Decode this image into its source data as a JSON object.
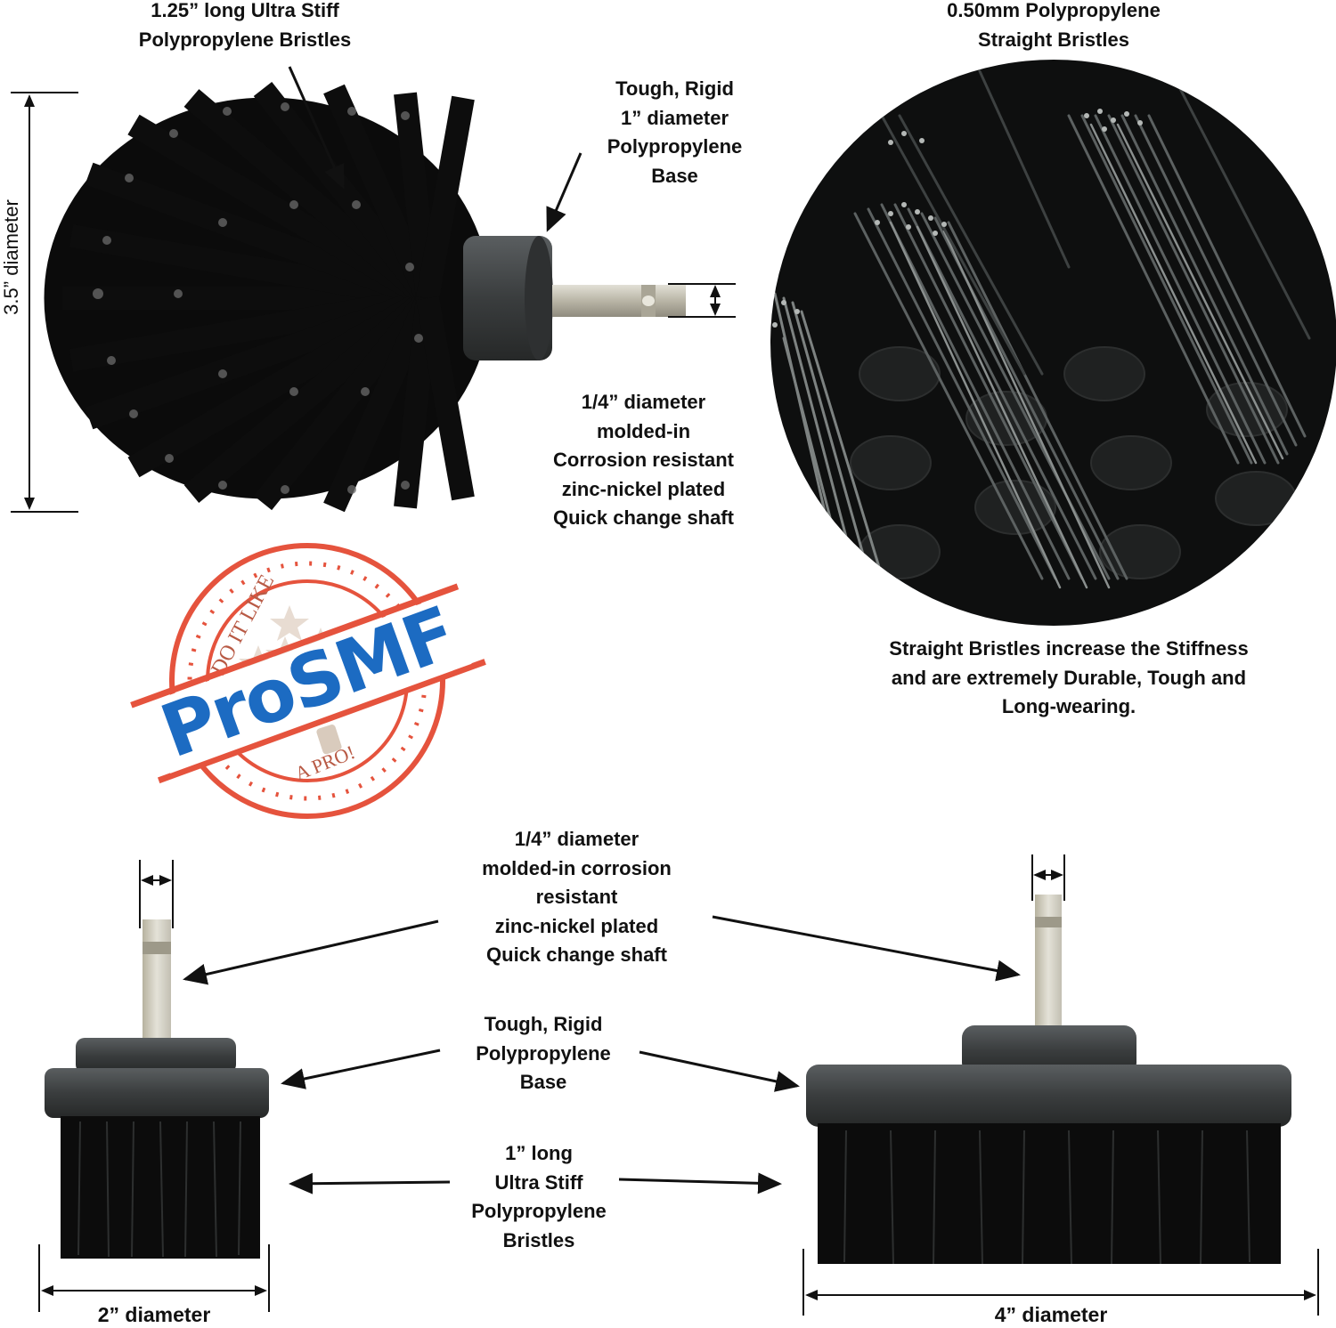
{
  "colors": {
    "background": "#ffffff",
    "text": "#111111",
    "bristle_dark": "#141414",
    "base_gray": "#3a3d3e",
    "shaft_metal": "#c9c6b8",
    "stamp_red": "#e5533d",
    "stamp_blue": "#1c6bc2",
    "stamp_star": "#e8dcd2"
  },
  "top_left_brush": {
    "bristle_callout": "1.25” long Ultra Stiff\nPolypropylene Bristles",
    "base_callout": "Tough, Rigid\n1” diameter\nPolypropylene\nBase",
    "shaft_callout": "1/4” diameter\nmolded-in\nCorrosion resistant\nzinc-nickel plated\nQuick change shaft",
    "height_dimension": "3.5” diameter"
  },
  "closeup": {
    "title": "0.50mm Polypropylene\nStraight Bristles",
    "caption": "Straight Bristles increase the Stiffness\nand are extremely Durable, Tough and\nLong-wearing."
  },
  "stamp": {
    "top_text": "DO IT LIKE",
    "brand": "ProSMF",
    "bottom_text": "A PRO!"
  },
  "bottom_brushes": {
    "shaft_callout": "1/4” diameter\nmolded-in corrosion\nresistant\nzinc-nickel plated\nQuick change shaft",
    "base_callout": "Tough, Rigid\nPolypropylene\nBase",
    "bristle_callout": "1” long\nUltra Stiff\nPolypropylene\nBristles",
    "small_diameter": "2” diameter",
    "large_diameter": "4” diameter"
  }
}
